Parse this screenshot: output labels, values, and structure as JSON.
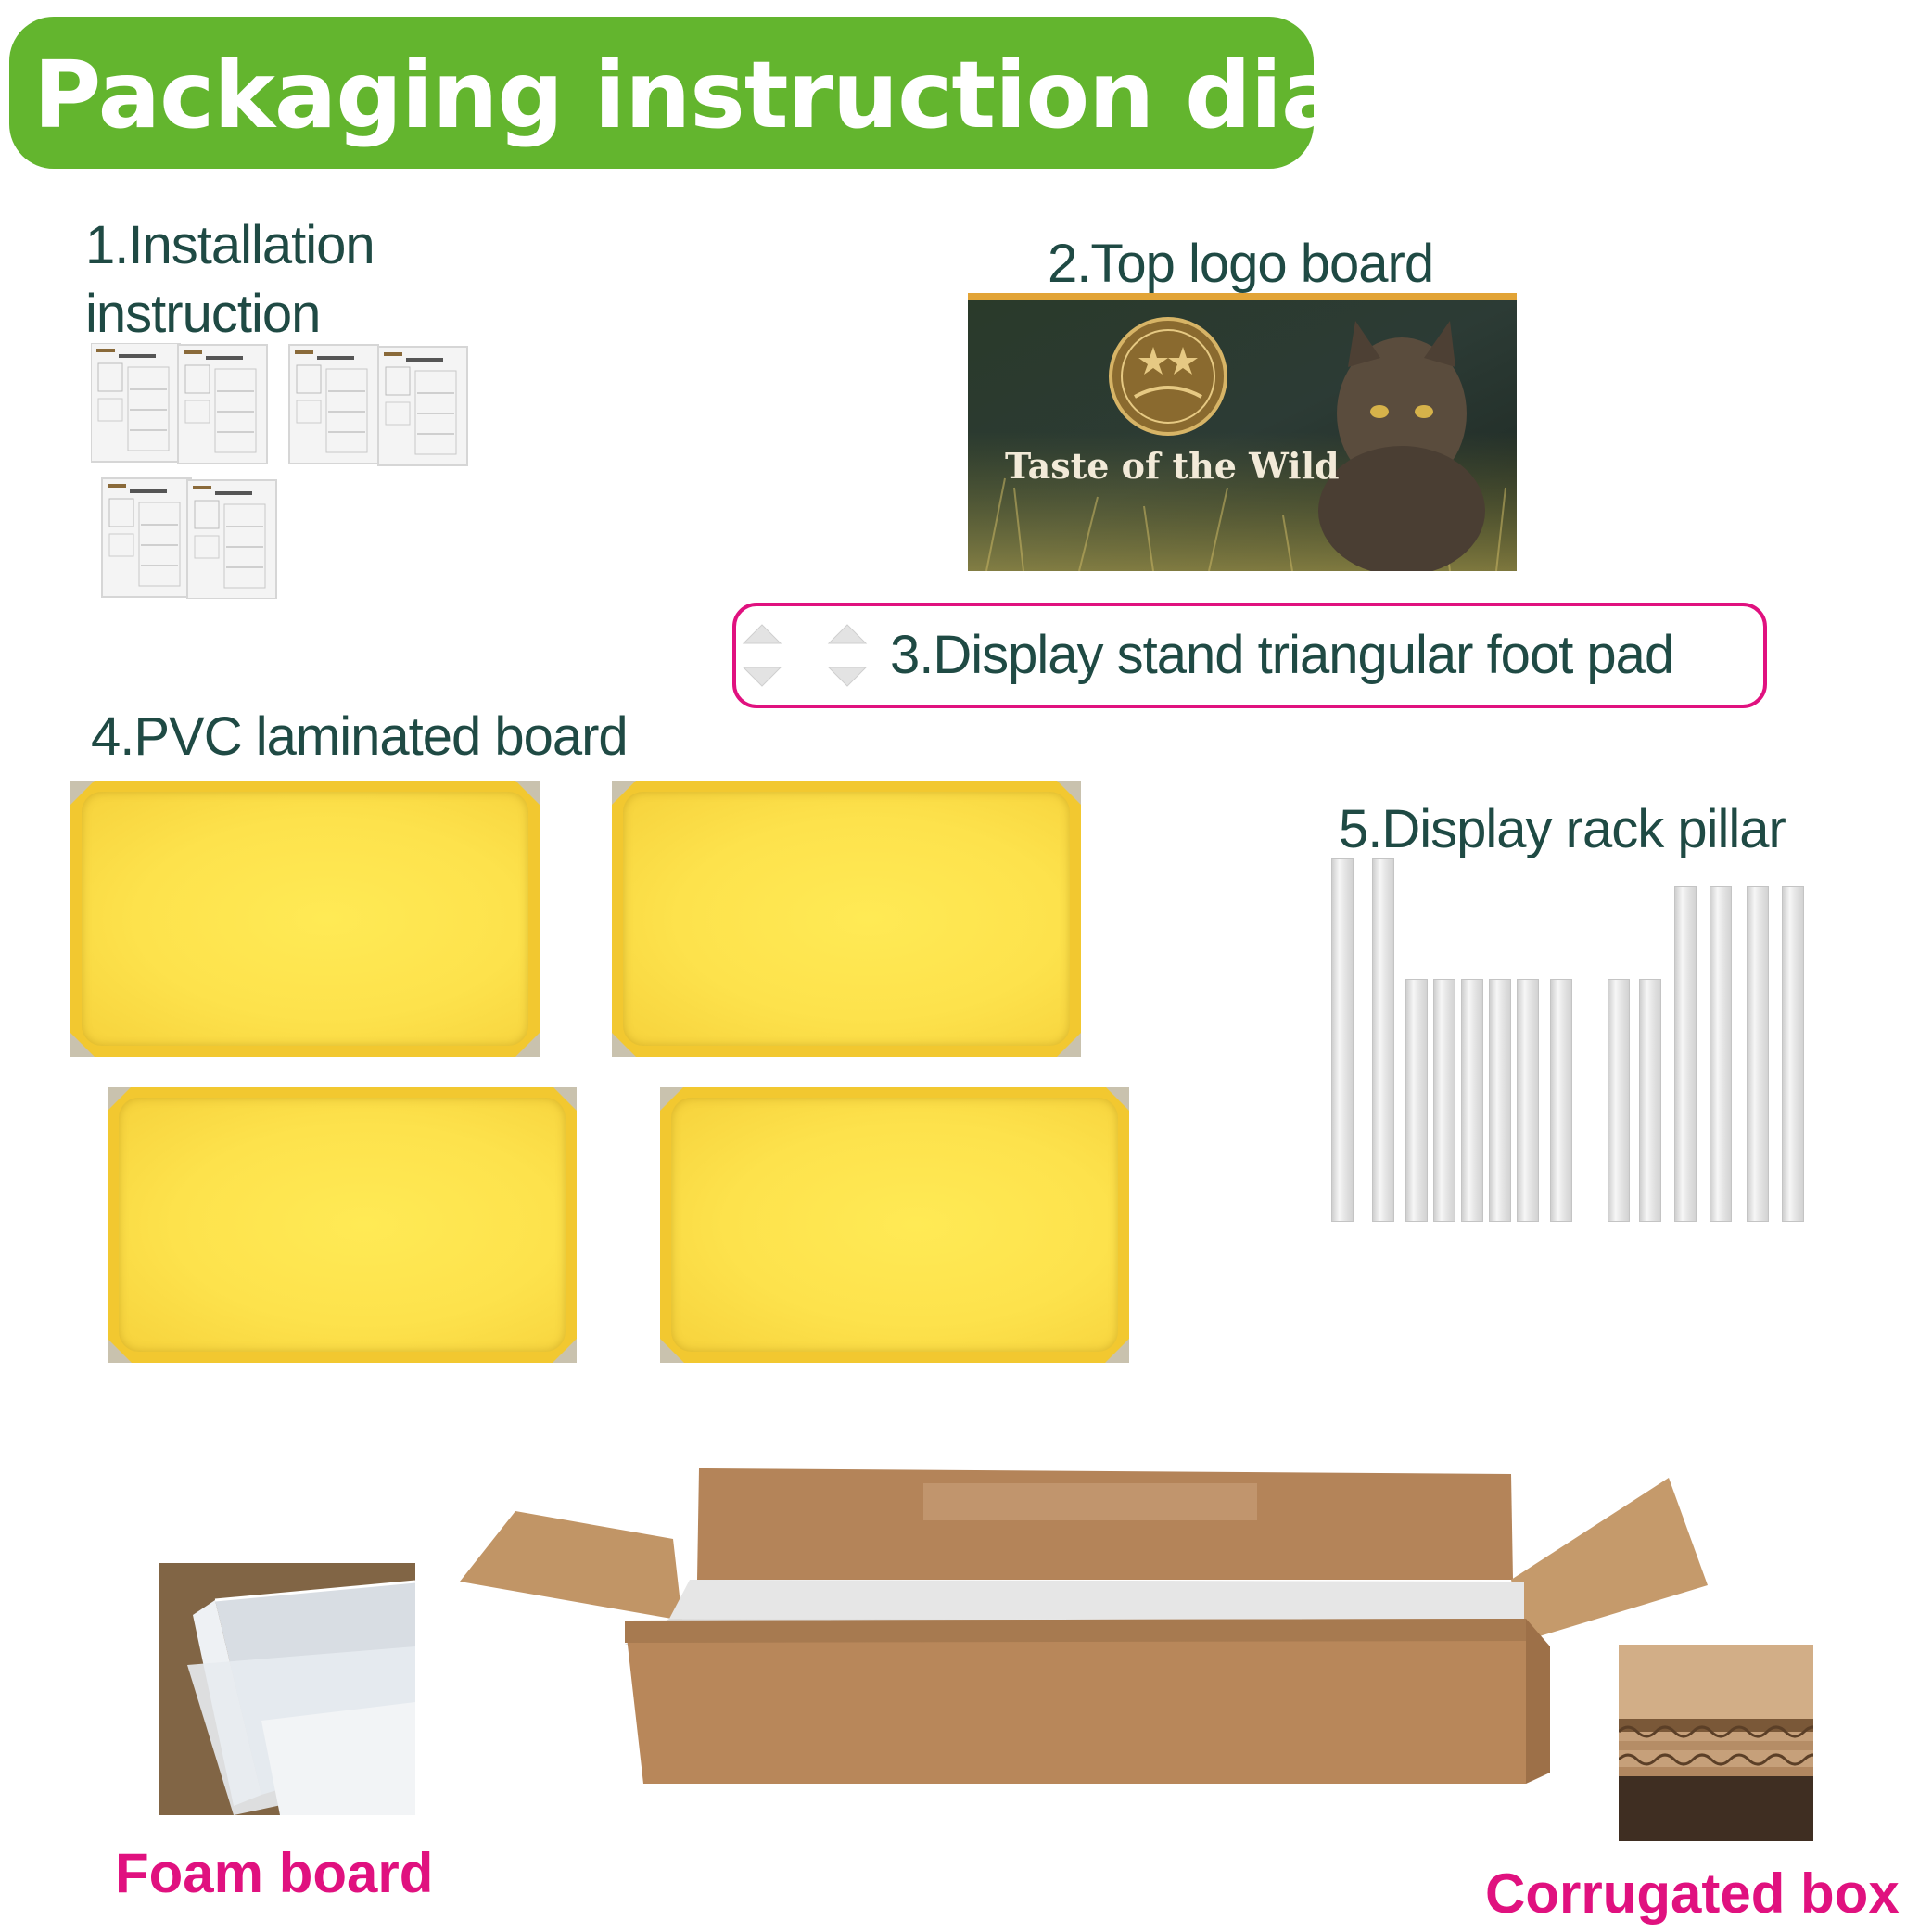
{
  "title": "Packaging instruction diagram",
  "items": {
    "installation_instruction": "1.Installation\ninstruction",
    "top_logo_board": "2.Top logo board",
    "brand_logo_text": "Taste of the Wild",
    "triangular_foot_pad": "3.Display stand triangular foot pad",
    "pvc_board": "4.PVC laminated board",
    "rack_pillar": "5.Display rack pillar"
  },
  "materials": {
    "foam_board": "Foam board",
    "corrugated_box": "Corrugated box"
  },
  "colors": {
    "title_banner": "#63b52e",
    "label_text": "#1f4a44",
    "accent_pink": "#e0117f",
    "shelf_yellow": "#fde24c",
    "cardboard": "#b8875a"
  }
}
